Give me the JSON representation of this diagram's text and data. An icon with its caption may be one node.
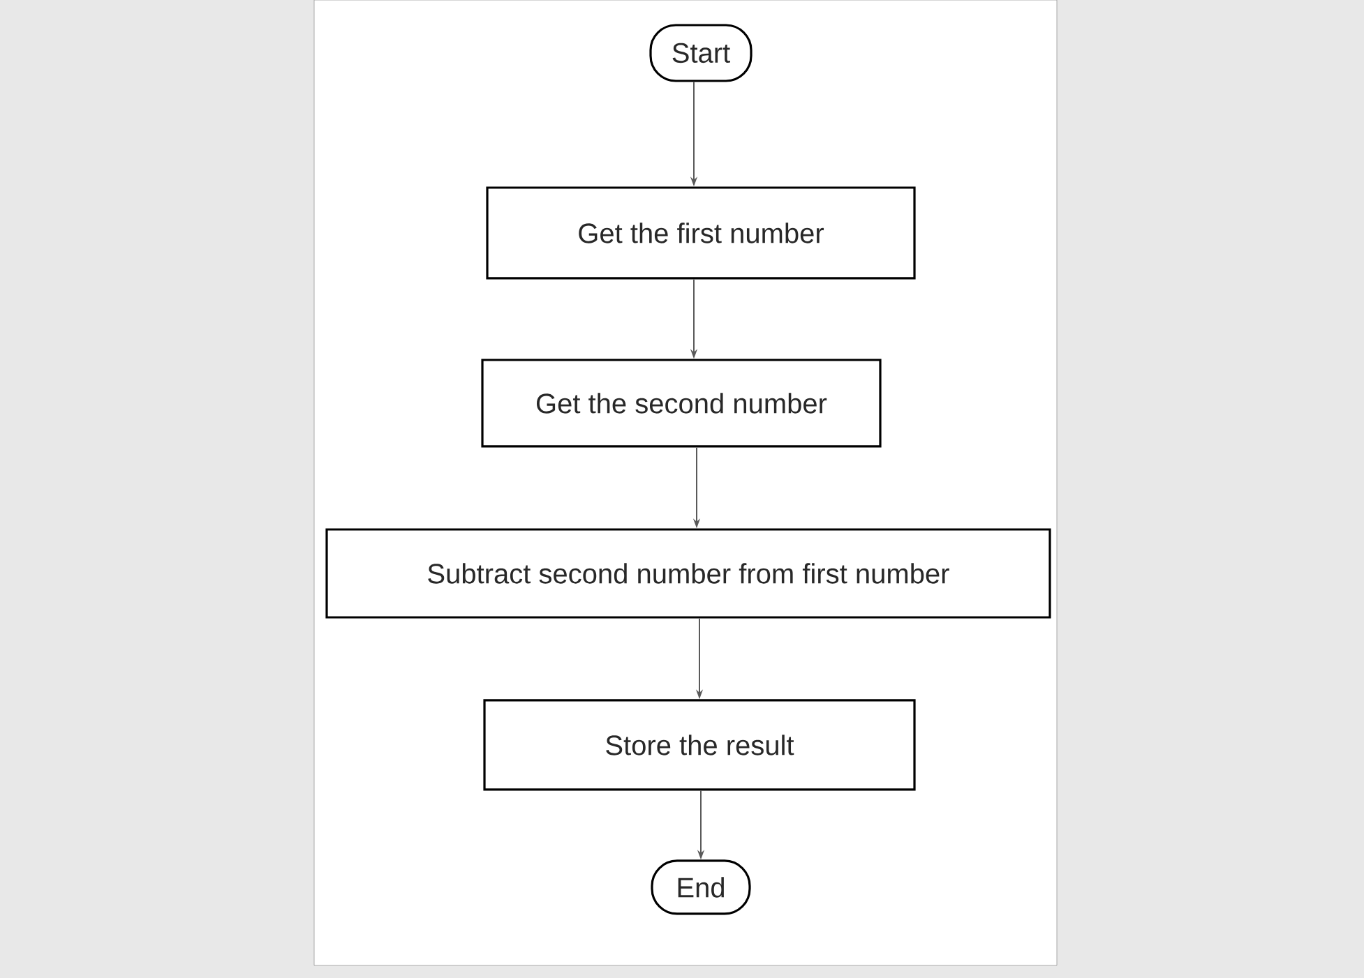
{
  "diagram": {
    "nodes": [
      {
        "text": [
          "Start"
        ]
      },
      {
        "text": [
          "Get the first number"
        ]
      },
      {
        "text": [
          "Get the second number"
        ]
      },
      {
        "text": [
          "Subtract second number from first number"
        ]
      },
      {
        "text": [
          "Store the result"
        ]
      },
      {
        "text": [
          "End"
        ]
      }
    ],
    "edges": [
      {
        "from": 0,
        "to": 1,
        "arrow": "to"
      },
      {
        "from": 1,
        "to": 2,
        "arrow": "to"
      },
      {
        "from": 2,
        "to": 3,
        "arrow": "to"
      },
      {
        "from": 3,
        "to": 4,
        "arrow": "to"
      },
      {
        "from": 4,
        "to": 5,
        "arrow": "to"
      }
    ]
  }
}
